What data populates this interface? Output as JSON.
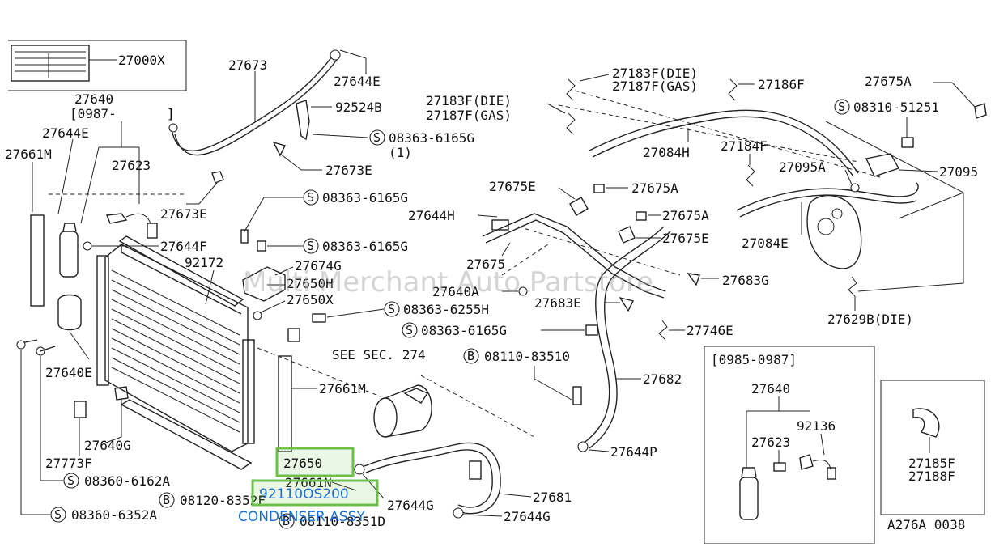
{
  "watermark": "Multi Merchant Auto Partstore",
  "figure_code": "A276A 0038",
  "inset": {
    "title": "[0985-0987]"
  },
  "hotspot": {
    "part_no": "92110OS200",
    "name": "CONDENSER ASSY"
  },
  "labels": {
    "p27000X": "27000X",
    "p27673": "27673",
    "p27644E_a": "27644E",
    "p92524B": "92524B",
    "s08363_6165G_a": "08363-6165G",
    "qty1": "(1)",
    "p27673E_a": "27673E",
    "p27640": "27640",
    "d0987": "[0987-",
    "d0987b": "]",
    "p27644E_b": "27644E",
    "p27661M_a": "27661M",
    "p27623": "27623",
    "p27673E_b": "27673E",
    "s08363_6165G_b": "08363-6165G",
    "p27644F": "27644F",
    "s08363_6165G_c": "08363-6165G",
    "p92172": "92172",
    "p27674G": "27674G",
    "p27650H": "27650H",
    "p27650X": "27650X",
    "s08363_6255H": "08363-6255H",
    "s08363_6165G_d": "08363-6165G",
    "see_sec": "SEE SEC. 274",
    "b08110_83510": "08110-83510",
    "p27640E": "27640E",
    "p27661M_b": "27661M",
    "p27640G": "27640G",
    "p27773F": "27773F",
    "s08360_6162A": "08360-6162A",
    "b08120_8352F": "08120-8352F",
    "s08360_6352A": "08360-6352A",
    "b08110_8351D": "08110-8351D",
    "p27650": "27650",
    "p27661N": "27661N",
    "p27644G_a": "27644G",
    "p27681": "27681",
    "p27644G_b": "27644G",
    "p27644P": "27644P",
    "p27682": "27682",
    "p27746E": "27746E",
    "p27683E": "27683E",
    "p27683G": "27683G",
    "p27640A": "27640A",
    "p27675": "27675",
    "p27644H": "27644H",
    "p27675E_a": "27675E",
    "p27675A_a": "27675A",
    "p27675A_b": "27675A",
    "p27675E_b": "27675E",
    "p27183F_die_a": "27183F(DIE)",
    "p27187F_gas_a": "27187F(GAS)",
    "p27186F": "27186F",
    "p27183F_die_b": "27183F(DIE)",
    "p27187F_gas_b": "27187F(GAS)",
    "p27084H": "27084H",
    "p27184F": "27184F",
    "p27675A_c": "27675A",
    "s08310_51251": "08310-51251",
    "p27095A": "27095A",
    "p27095": "27095",
    "p27084E": "27084E",
    "p27629B_die": "27629B(DIE)",
    "inset_27640": "27640",
    "inset_92136": "92136",
    "inset_27623": "27623",
    "p27185F": "27185F",
    "p27188F": "27188F"
  },
  "markers": {
    "screw": "S",
    "bolt": "B"
  }
}
